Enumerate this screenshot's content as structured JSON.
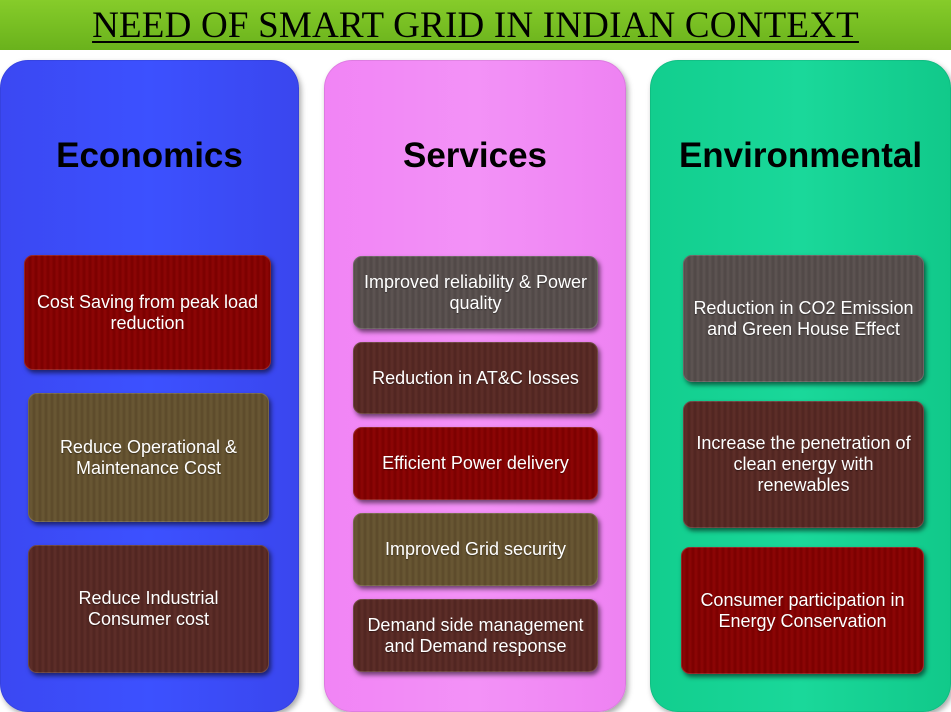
{
  "title": "NEED OF SMART GRID IN INDIAN CONTEXT",
  "columns": {
    "economics": {
      "heading": "Economics",
      "items": [
        {
          "label": "Cost Saving from peak load reduction"
        },
        {
          "label": "Reduce Operational & Maintenance Cost"
        },
        {
          "label": "Reduce Industrial Consumer cost"
        }
      ]
    },
    "services": {
      "heading": "Services",
      "items": [
        {
          "label": "Improved reliability & Power quality"
        },
        {
          "label": "Reduction in AT&C losses"
        },
        {
          "label": "Efficient Power delivery"
        },
        {
          "label": "Improved Grid security"
        },
        {
          "label": "Demand side management and Demand response"
        }
      ]
    },
    "environmental": {
      "heading": "Environmental",
      "items": [
        {
          "label": "Reduction in CO2 Emission and Green House Effect"
        },
        {
          "label": "Increase the penetration of clean energy with renewables"
        },
        {
          "label": "Consumer participation in Energy Conservation"
        }
      ]
    }
  },
  "colors": {
    "title_bar": "#7cc224",
    "economics_panel": "#3c4cf7",
    "services_panel": "#f28cf6",
    "environmental_panel": "#16d394",
    "box_red": "#7a0000",
    "box_olive": "#5b4a2a",
    "box_brown": "#4f2420",
    "box_gray": "#4f4746"
  }
}
